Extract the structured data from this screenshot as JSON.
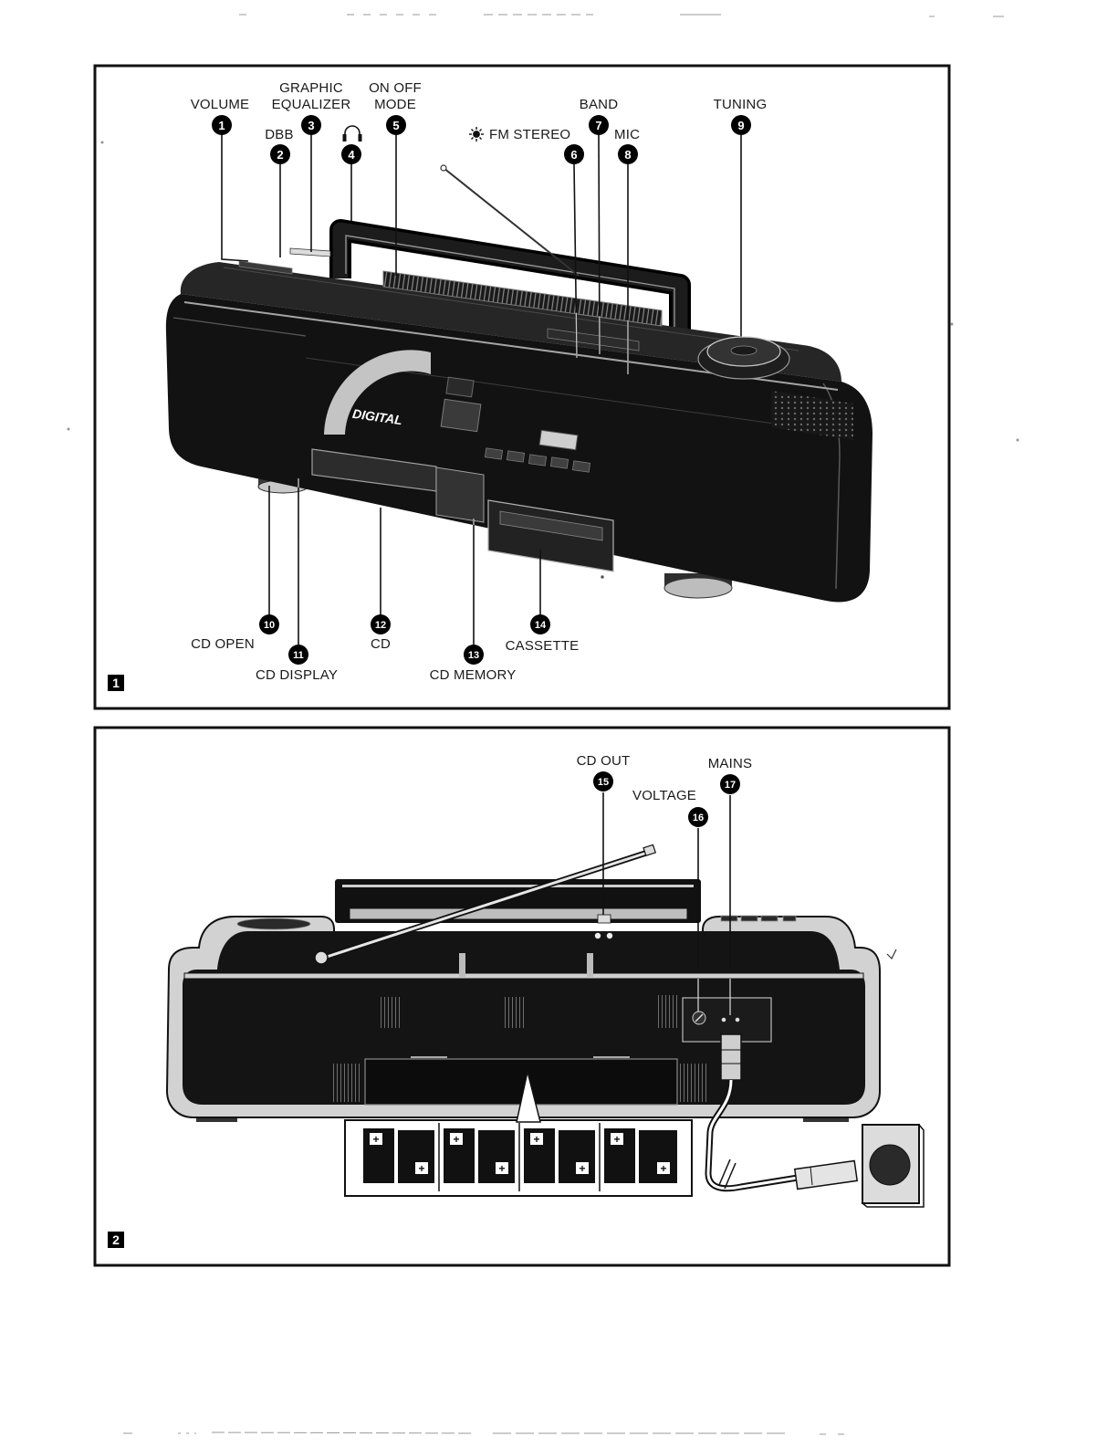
{
  "figure_1": {
    "panel_number": "1",
    "device_marking": "DIGITAL",
    "callouts": [
      {
        "number": "1",
        "label": "VOLUME"
      },
      {
        "number": "2",
        "label": "DBB"
      },
      {
        "number": "3",
        "label_lines": [
          "GRAPHIC",
          "EQUALIZER"
        ]
      },
      {
        "number": "4",
        "icon": "headphones-icon"
      },
      {
        "number": "5",
        "label_lines": [
          "ON OFF",
          "MODE"
        ]
      },
      {
        "number": "6",
        "label": "FM STEREO",
        "icon": "sun-icon"
      },
      {
        "number": "7",
        "label": "BAND"
      },
      {
        "number": "8",
        "label": "MIC"
      },
      {
        "number": "9",
        "label": "TUNING"
      },
      {
        "number": "10",
        "label": "CD OPEN"
      },
      {
        "number": "11",
        "label": "CD DISPLAY"
      },
      {
        "number": "12",
        "label": "CD"
      },
      {
        "number": "13",
        "label": "CD MEMORY"
      },
      {
        "number": "14",
        "label": "CASSETTE"
      }
    ]
  },
  "figure_2": {
    "panel_number": "2",
    "callouts": [
      {
        "number": "15",
        "label": "CD OUT"
      },
      {
        "number": "16",
        "label": "VOLTAGE"
      },
      {
        "number": "17",
        "label": "MAINS"
      }
    ],
    "battery_polarity": "+"
  }
}
